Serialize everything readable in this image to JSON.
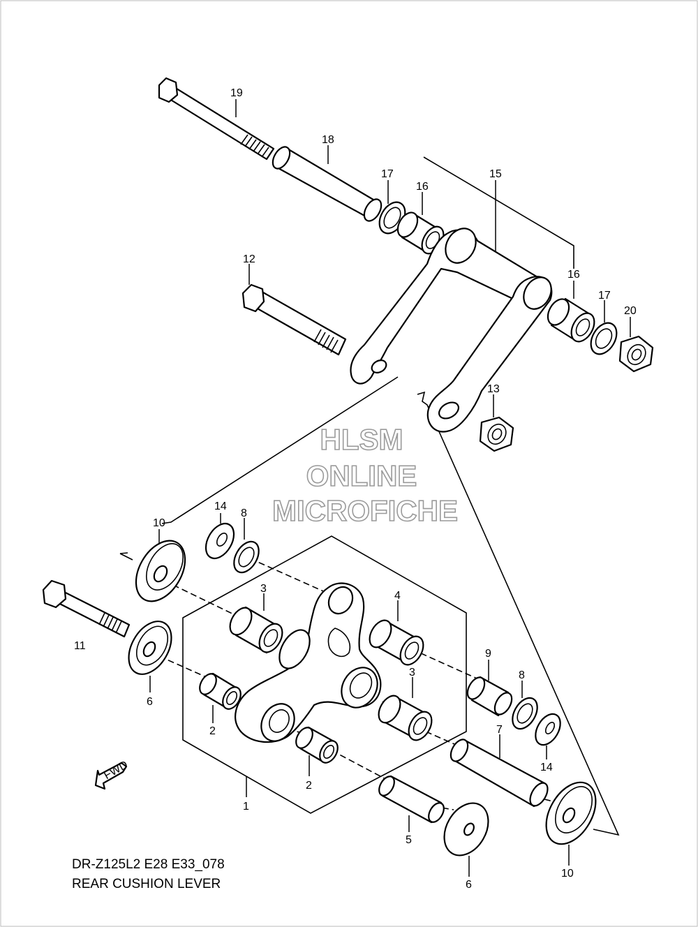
{
  "title": "REAR CUSHION LEVER",
  "model_code": "DR-Z125L2 E28 E33_078",
  "watermark": {
    "line1": "HLSM",
    "line2": "ONLINE",
    "line3": "MICROFICHE"
  },
  "fwd_label": "FWD",
  "callouts": {
    "c1": "1",
    "c2a": "2",
    "c2b": "2",
    "c3a": "3",
    "c3b": "3",
    "c4": "4",
    "c5": "5",
    "c6a": "6",
    "c6b": "6",
    "c7": "7",
    "c8a": "8",
    "c8b": "8",
    "c9": "9",
    "c10a": "10",
    "c10b": "10",
    "c11": "11",
    "c12": "12",
    "c13": "13",
    "c14a": "14",
    "c14b": "14",
    "c15": "15",
    "c16a": "16",
    "c16b": "16",
    "c17a": "17",
    "c17b": "17",
    "c18": "18",
    "c19": "19",
    "c20": "20"
  }
}
